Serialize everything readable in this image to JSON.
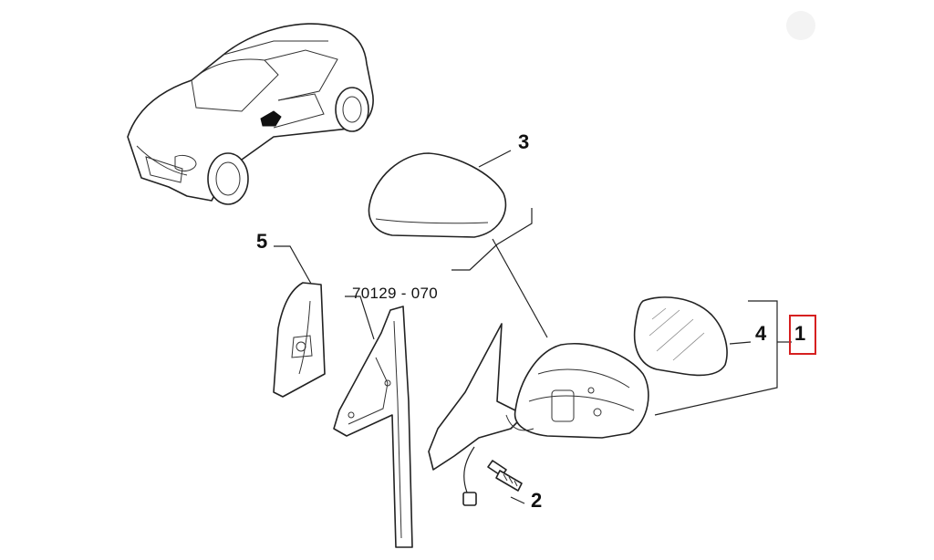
{
  "callouts": {
    "housing_cover": "3",
    "inner_trim": "5",
    "part_number": "70129 - 070",
    "glass": "4",
    "assembly": "1",
    "screw": "2"
  },
  "highlight_color": "#d62020"
}
